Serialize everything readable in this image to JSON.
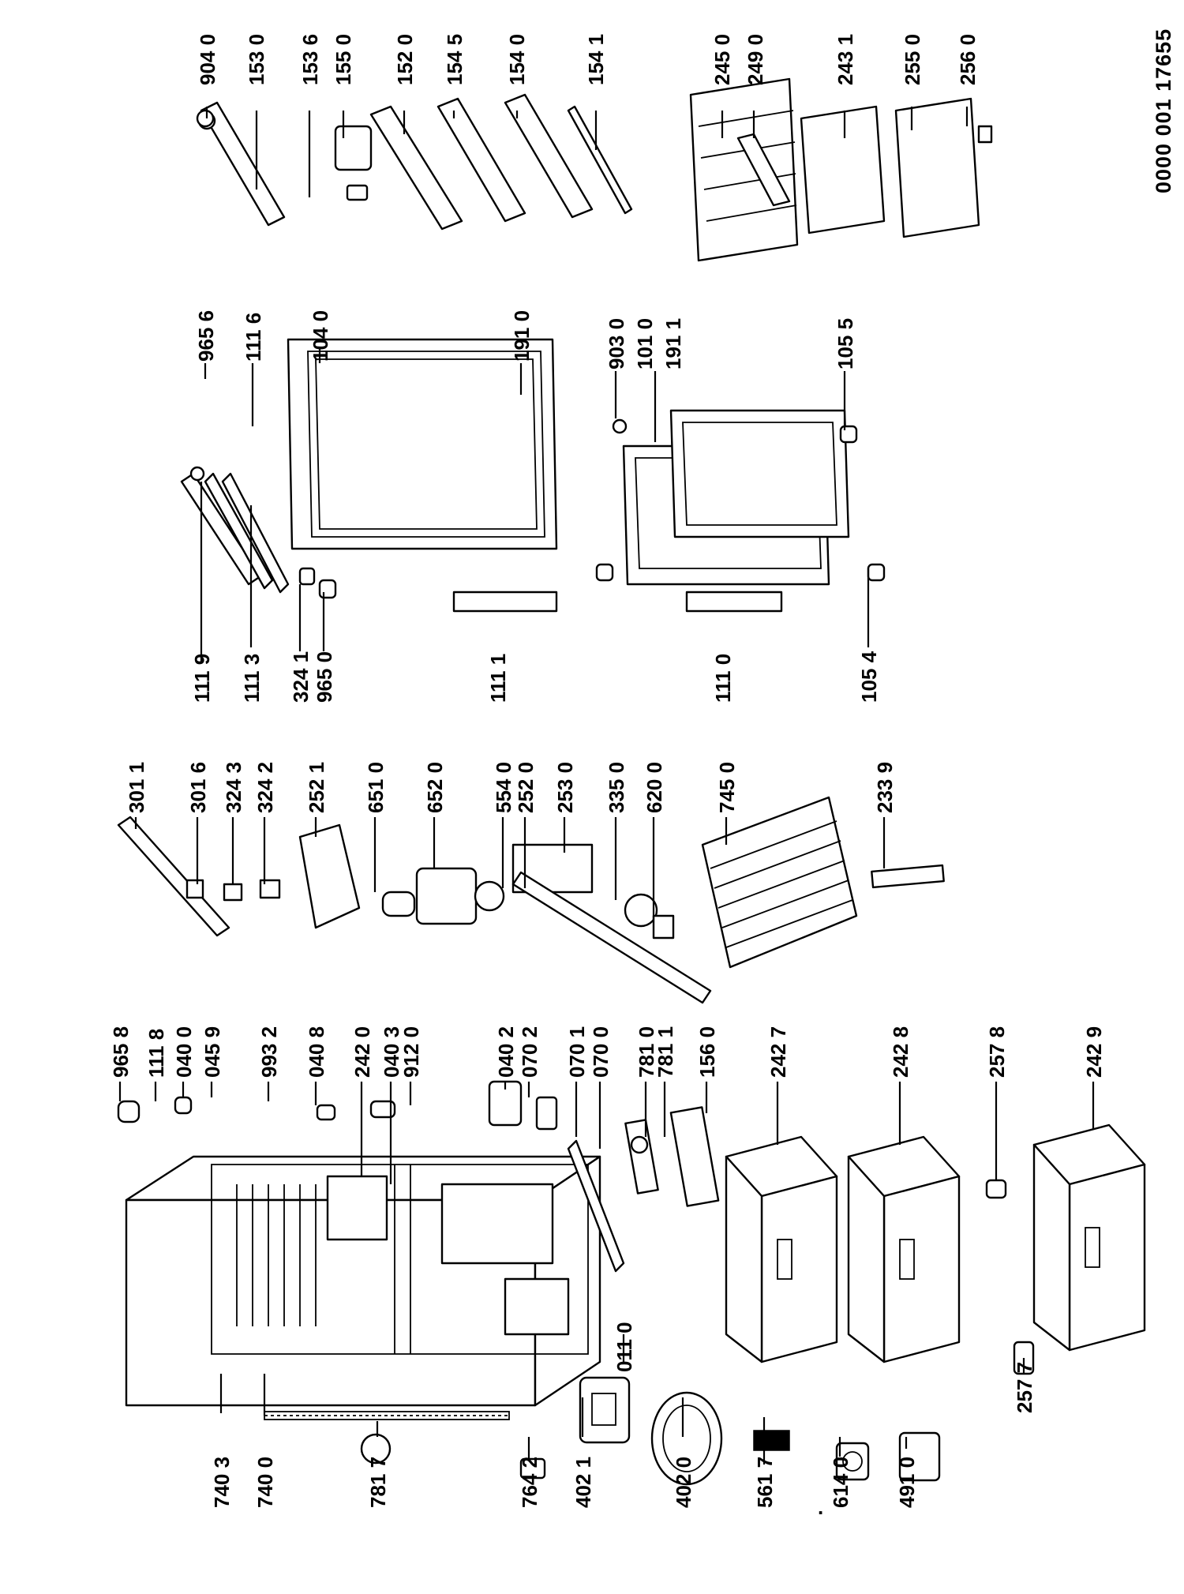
{
  "document_number": "0000 001 17655",
  "stray_mark": ".",
  "part_labels": [
    "904 0",
    "153 0",
    "153 6",
    "155 0",
    "152 0",
    "154 5",
    "154 0",
    "154 1",
    "245 0",
    "249 0",
    "243 1",
    "255 0",
    "256 0",
    "965 6",
    "111 6",
    "104 0",
    "191 0",
    "903 0",
    "101 0",
    "191 1",
    "105 5",
    "111 9",
    "111 3",
    "324 1",
    "965 0",
    "111 1",
    "111 0",
    "105 4",
    "301 1",
    "301 6",
    "324 3",
    "324 2",
    "252 1",
    "651 0",
    "652 0",
    "554 0",
    "252 0",
    "253 0",
    "335 0",
    "620 0",
    "745 0",
    "233 9",
    "965 8",
    "111 8",
    "040 0",
    "045 9",
    "993 2",
    "040 8",
    "242 0",
    "040 3",
    "912 0",
    "040 2",
    "070 2",
    "070 1",
    "070 0",
    "781 0",
    "781 1",
    "156 0",
    "242 7",
    "242 8",
    "257 8",
    "242 9",
    "011 0",
    "257 7",
    "740 3",
    "740 0",
    "781 7",
    "764 2",
    "402 1",
    "402 0",
    "561 7",
    "614 0",
    "491 0"
  ]
}
